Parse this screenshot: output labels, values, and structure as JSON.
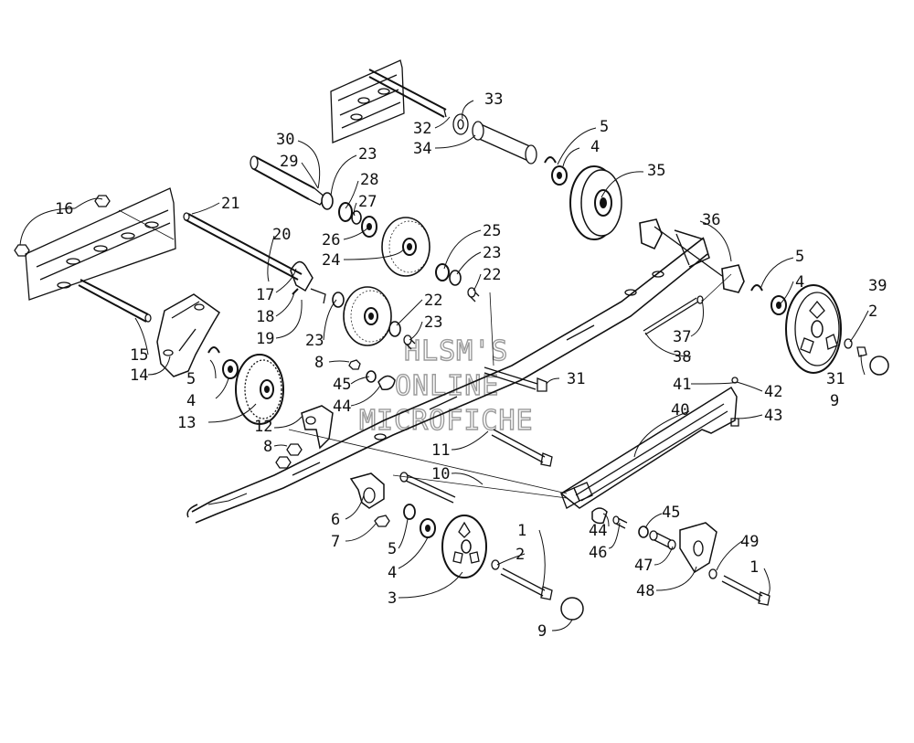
{
  "watermark": [
    "HLSM'S",
    "ONLINE",
    "MICROFICHE"
  ],
  "callouts": [
    {
      "id": "c33",
      "text": "33"
    },
    {
      "id": "c32",
      "text": "32"
    },
    {
      "id": "c34",
      "text": "34"
    },
    {
      "id": "c30",
      "text": "30"
    },
    {
      "id": "c29",
      "text": "29"
    },
    {
      "id": "c23a",
      "text": "23"
    },
    {
      "id": "c28",
      "text": "28"
    },
    {
      "id": "c27",
      "text": "27"
    },
    {
      "id": "c5a",
      "text": "5"
    },
    {
      "id": "c4a",
      "text": "4"
    },
    {
      "id": "c35",
      "text": "35"
    },
    {
      "id": "c16",
      "text": "16"
    },
    {
      "id": "c21",
      "text": "21"
    },
    {
      "id": "c20",
      "text": "20"
    },
    {
      "id": "c26",
      "text": "26"
    },
    {
      "id": "c24",
      "text": "24"
    },
    {
      "id": "c25",
      "text": "25"
    },
    {
      "id": "c23b",
      "text": "23"
    },
    {
      "id": "c22a",
      "text": "22"
    },
    {
      "id": "c36",
      "text": "36"
    },
    {
      "id": "c5b",
      "text": "5"
    },
    {
      "id": "c4b",
      "text": "4"
    },
    {
      "id": "c39",
      "text": "39"
    },
    {
      "id": "c17",
      "text": "17"
    },
    {
      "id": "c18",
      "text": "18"
    },
    {
      "id": "c19",
      "text": "19"
    },
    {
      "id": "c23c",
      "text": "23"
    },
    {
      "id": "c22b",
      "text": "22"
    },
    {
      "id": "c23d",
      "text": "23"
    },
    {
      "id": "c37",
      "text": "37"
    },
    {
      "id": "c2a",
      "text": "2"
    },
    {
      "id": "c15",
      "text": "15"
    },
    {
      "id": "c14",
      "text": "14"
    },
    {
      "id": "c8a",
      "text": "8"
    },
    {
      "id": "c38",
      "text": "38"
    },
    {
      "id": "c31a",
      "text": "31"
    },
    {
      "id": "c31b",
      "text": "31"
    },
    {
      "id": "c9a",
      "text": "9"
    },
    {
      "id": "c5c",
      "text": "5"
    },
    {
      "id": "c45a",
      "text": "45"
    },
    {
      "id": "c44a",
      "text": "44"
    },
    {
      "id": "c41",
      "text": "41"
    },
    {
      "id": "c42",
      "text": "42"
    },
    {
      "id": "c4c",
      "text": "4"
    },
    {
      "id": "c13",
      "text": "13"
    },
    {
      "id": "c12",
      "text": "12"
    },
    {
      "id": "c40",
      "text": "40"
    },
    {
      "id": "c43",
      "text": "43"
    },
    {
      "id": "c8b",
      "text": "8"
    },
    {
      "id": "c11",
      "text": "11"
    },
    {
      "id": "c10",
      "text": "10"
    },
    {
      "id": "c6",
      "text": "6"
    },
    {
      "id": "c7",
      "text": "7"
    },
    {
      "id": "c44b",
      "text": "44"
    },
    {
      "id": "c45b",
      "text": "45"
    },
    {
      "id": "c46",
      "text": "46"
    },
    {
      "id": "c5d",
      "text": "5"
    },
    {
      "id": "c1a",
      "text": "1"
    },
    {
      "id": "c4d",
      "text": "4"
    },
    {
      "id": "c2b",
      "text": "2"
    },
    {
      "id": "c47",
      "text": "47"
    },
    {
      "id": "c49",
      "text": "49"
    },
    {
      "id": "c3",
      "text": "3"
    },
    {
      "id": "c48",
      "text": "48"
    },
    {
      "id": "c1b",
      "text": "1"
    },
    {
      "id": "c9b",
      "text": "9"
    }
  ]
}
